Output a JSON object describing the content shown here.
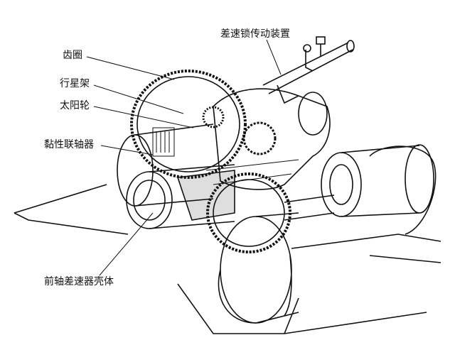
{
  "title": "前轴差速器结构图",
  "labels": {
    "diff_lock": "差速锁传动装置",
    "ring_gear": "齿圈",
    "planet_carrier": "行星架",
    "sun_gear": "太阳轮",
    "viscous_coupling": "黏性联轴器",
    "housing": "前轴差速器壳体"
  },
  "colors": {
    "ink": "#111111",
    "background": "#ffffff"
  }
}
